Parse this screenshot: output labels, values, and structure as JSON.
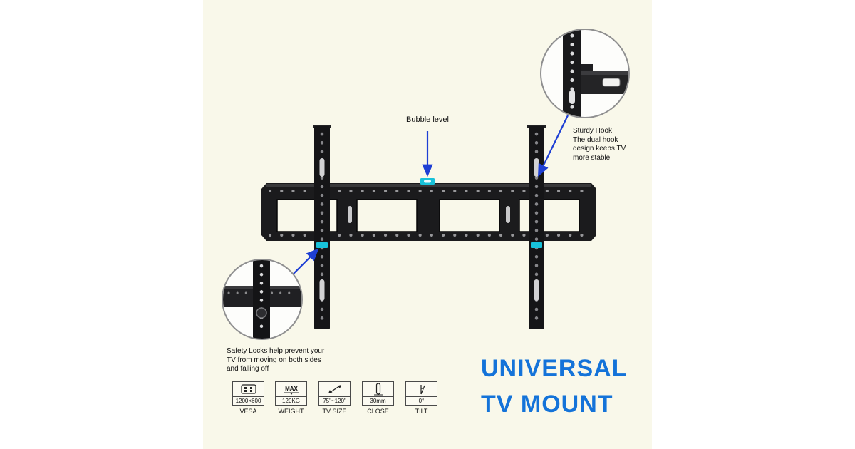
{
  "colors": {
    "page_background": "#ffffff",
    "stage_background": "#f9f8ea",
    "mount_black": "#1b1b1d",
    "arrow_blue": "#1e3fd4",
    "title_blue": "#1473d9",
    "level_teal": "#17c2da"
  },
  "callouts": {
    "bubble_level": {
      "label": "Bubble level"
    },
    "sturdy_hook": {
      "lines": [
        "Sturdy Hook",
        "The dual hook",
        "design keeps TV",
        "more stable"
      ]
    },
    "safety_locks": {
      "lines": [
        "Safety Locks help prevent your",
        "TV from moving on both sides",
        "and falling off"
      ]
    }
  },
  "specs": {
    "vesa": {
      "icon": "vesa-pattern-icon",
      "value": "1200×600",
      "label": "VESA"
    },
    "weight": {
      "icon": "max-weight-icon",
      "icon_text": "MAX",
      "value": "120KG",
      "label": "WEIGHT"
    },
    "tv_size": {
      "icon": "diagonal-size-arrows-icon",
      "value": "75\"~120\"",
      "label": "TV SIZE"
    },
    "close": {
      "icon": "slim-profile-icon",
      "value": "30mm",
      "label": "CLOSE"
    },
    "tilt": {
      "icon": "tilt-angle-icon",
      "value": "0°",
      "label": "TILT"
    }
  },
  "title": {
    "line1": "UNIVERSAL",
    "line2": "TV MOUNT"
  }
}
